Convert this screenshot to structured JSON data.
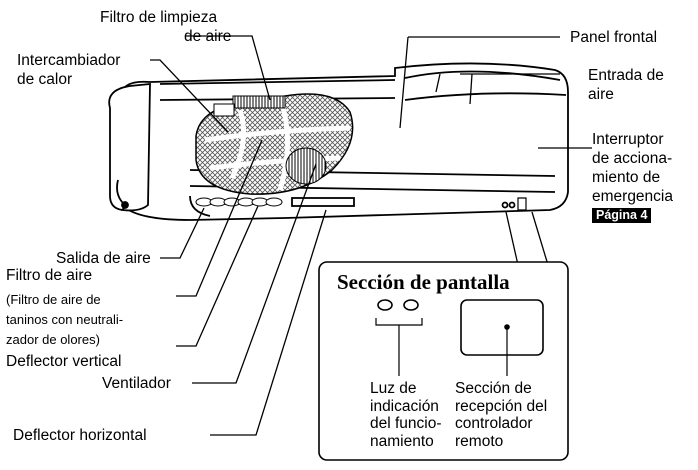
{
  "labels": {
    "air_cleaning_filter": [
      "Filtro de limpieza",
      "de aire"
    ],
    "front_panel": "Panel frontal",
    "heat_exchanger": [
      "Intercambiador",
      "de calor"
    ],
    "air_intake": [
      "Entrada de",
      "aire"
    ],
    "emergency_switch": [
      "Interruptor",
      "de acciona-",
      "miento de",
      "emergencia"
    ],
    "page_ref": "Página 4",
    "air_outlet": "Salida de aire",
    "air_filter": "Filtro de aire",
    "air_filter_note": [
      "(Filtro de aire de",
      "taninos con neutrali-",
      "zador de olores)"
    ],
    "vertical_louver": "Deflector vertical",
    "fan": "Ventilador",
    "horizontal_louver": "Deflector horizontal"
  },
  "display_section": {
    "title": "Sección de pantalla",
    "indicator_light": [
      "Luz de",
      "indicación",
      "del funcio-",
      "namiento"
    ],
    "receiver": [
      "Sección de",
      "recepción del",
      "controlador",
      "remoto"
    ]
  },
  "colors": {
    "ink": "#000000",
    "paper": "#ffffff",
    "mesh": "#bfbfbf"
  }
}
